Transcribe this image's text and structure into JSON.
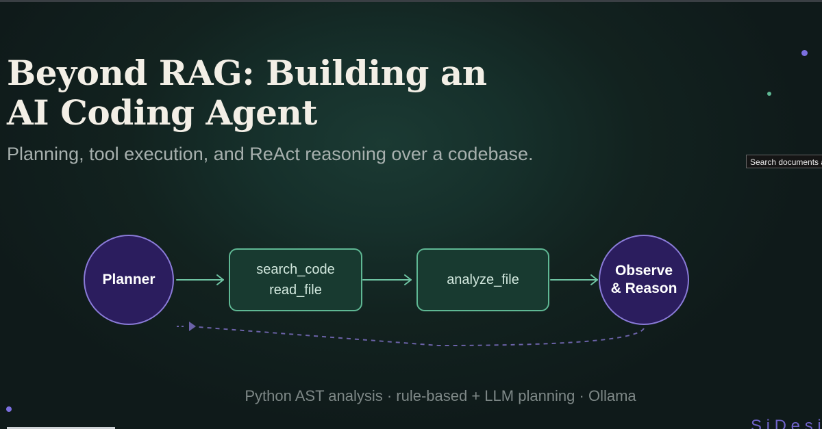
{
  "slide": {
    "title_line1": "Beyond RAG: Building an",
    "title_line2": "AI Coding Agent",
    "subtitle": "Planning, tool execution, and ReAct reasoning over a codebase.",
    "footer": "Python AST analysis · rule-based + LLM planning · Ollama",
    "corner_fragment": "S i D e s i"
  },
  "overlay": {
    "search_tooltip": "Search documents a"
  },
  "flow": {
    "planner": "Planner",
    "tools_line1": "search_code",
    "tools_line2": "read_file",
    "analyze": "analyze_file",
    "observe_line1": "Observe",
    "observe_line2": "& Reason"
  },
  "colors": {
    "background": "#0f1a1a",
    "circle_fill": "#2b1d5e",
    "circle_border": "#8a7bd8",
    "box_fill": "#183a30",
    "box_border": "#5fb894",
    "arrow": "#6fc4a3",
    "feedback_arrow": "#6b62a8",
    "dot_purple": "#7b6fe0",
    "dot_teal": "#5fb894"
  }
}
